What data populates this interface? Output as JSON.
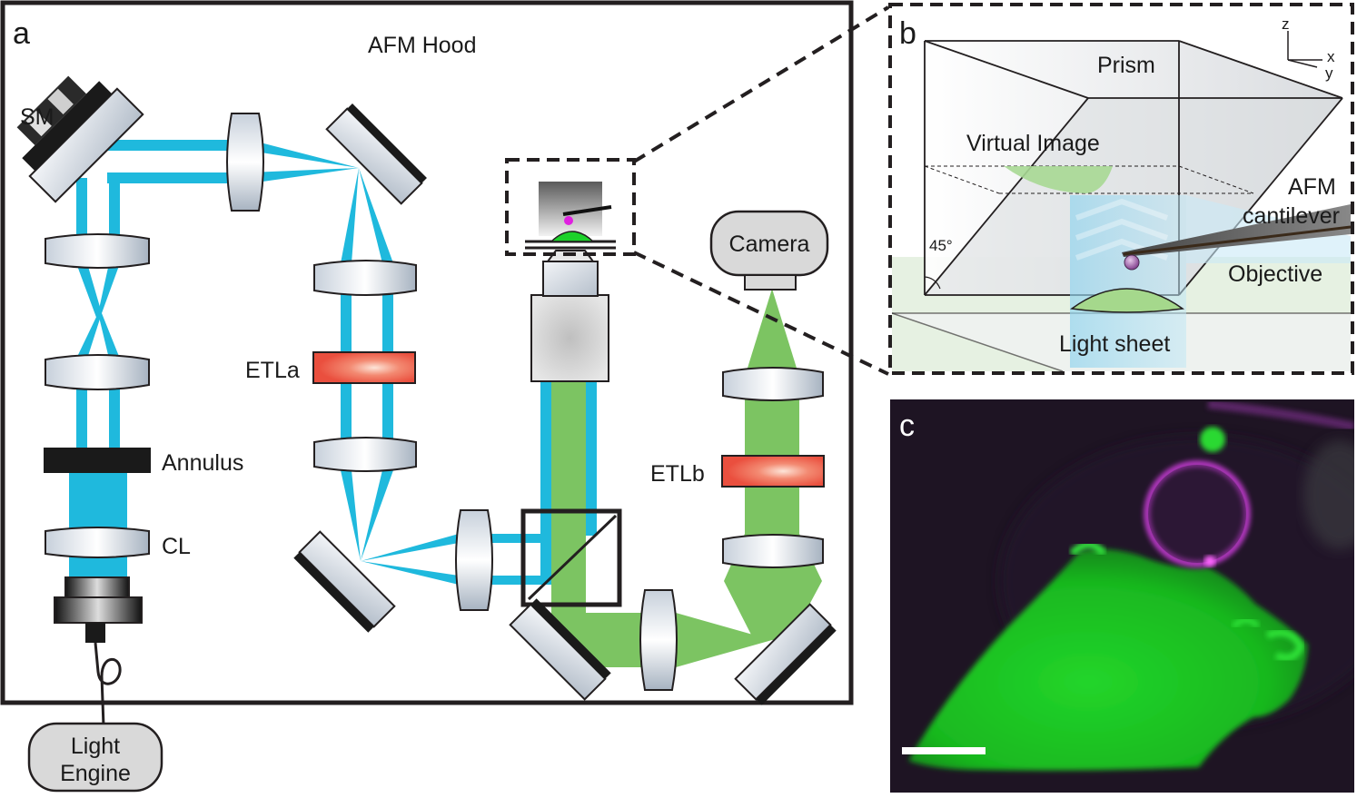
{
  "panels": {
    "a": "a",
    "b": "b",
    "c": "c"
  },
  "panel_a": {
    "hood": "AFM Hood",
    "sm": "SM",
    "etla": "ETLa",
    "etlb": "ETLb",
    "annulus": "Annulus",
    "cl": "CL",
    "camera": "Camera",
    "light_engine": [
      "Light",
      "Engine"
    ]
  },
  "panel_b": {
    "prism": "Prism",
    "virtual_image": "Virtual Image",
    "afm_cantilever": [
      "AFM",
      "cantilever"
    ],
    "objective": "Objective",
    "light_sheet": "Light sheet",
    "angle": "45°",
    "axes": {
      "z": "z",
      "x": "x",
      "y": "y"
    }
  },
  "colors": {
    "blue_beam": "#1fb9dd",
    "green_beam": "#7cc462",
    "etl": "#ec5a49",
    "frame": "#231f20",
    "fluor_green": "#19c21f",
    "fluor_magenta": "#c23ad0",
    "micrograph_bg": "#1e1423"
  }
}
